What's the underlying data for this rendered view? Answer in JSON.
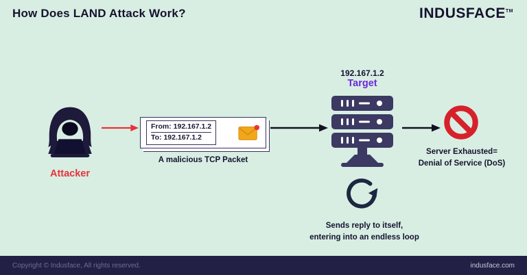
{
  "header": {
    "title": "How Does LAND Attack Work?",
    "brand": "INDUSFACE",
    "brand_tm": "TM"
  },
  "attacker": {
    "label": "Attacker"
  },
  "packet": {
    "from": "From: 192.167.1.2",
    "to": "To: 192.167.1.2",
    "caption": "A malicious TCP Packet"
  },
  "target": {
    "ip": "192.167.1.2",
    "label": "Target"
  },
  "loop": {
    "line1": "Sends reply to itself,",
    "line2": "entering into an endless loop"
  },
  "result": {
    "line1": "Server Exhausted=",
    "line2": "Denial of Service (DoS)"
  },
  "footer": {
    "copyright": "Copyright © Indusface, All rights reserved.",
    "website": "indusface.com"
  },
  "colors": {
    "background": "#d8eee3",
    "navy": "#16122e",
    "red": "#e8313a",
    "purple": "#6d28d9",
    "amber": "#f2a71b"
  }
}
